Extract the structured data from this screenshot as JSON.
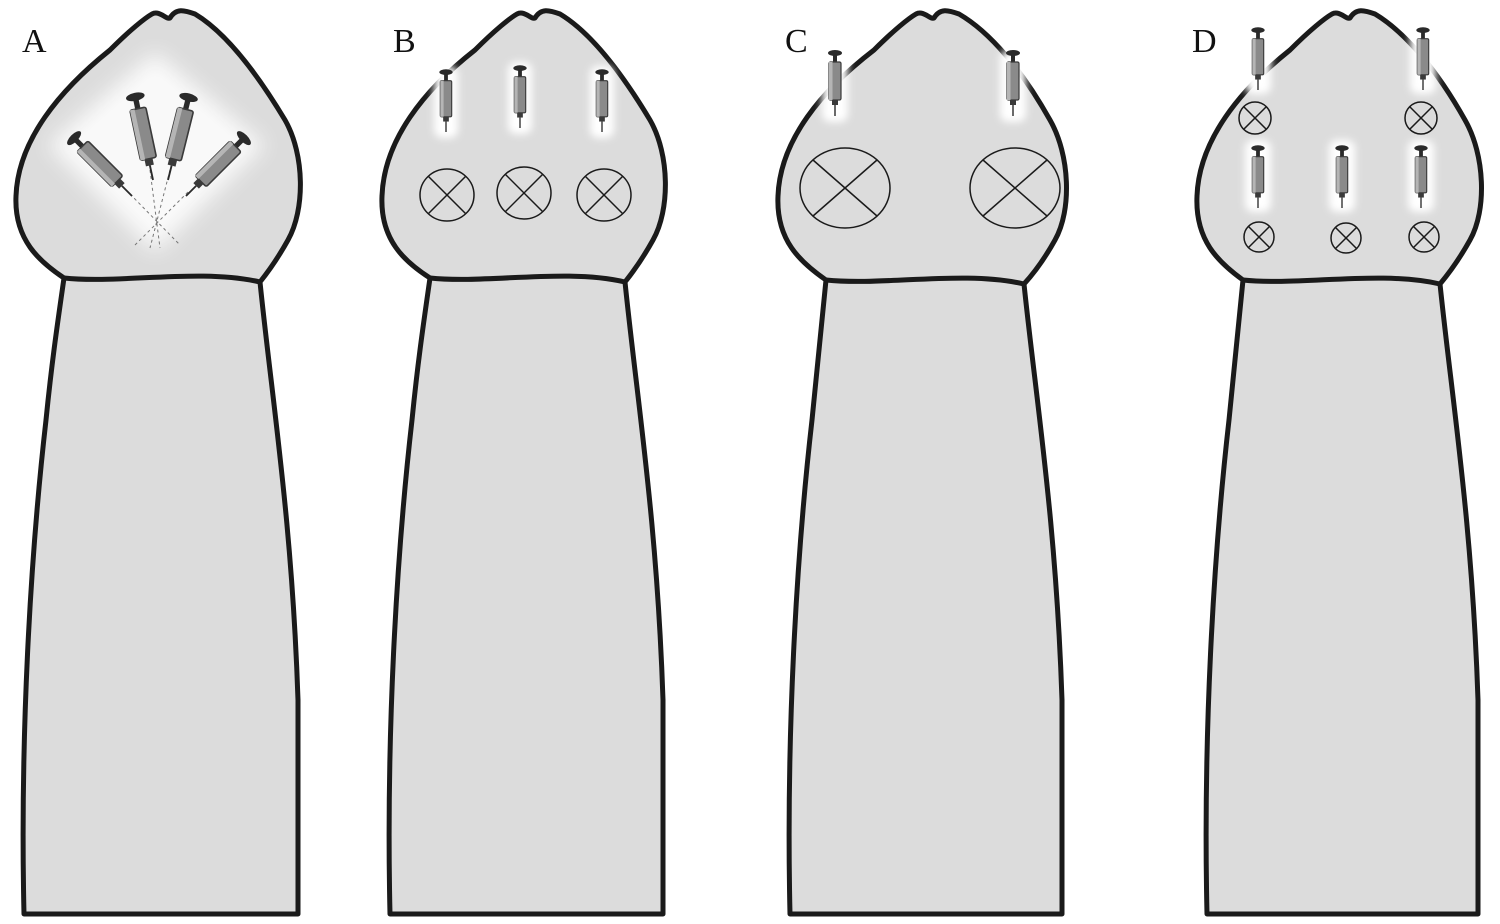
{
  "panels": [
    {
      "label": "A",
      "syringe_count": 4,
      "target_count": 0,
      "arrangement": "fan"
    },
    {
      "label": "B",
      "syringe_count": 3,
      "target_count": 3,
      "arrangement": "row"
    },
    {
      "label": "C",
      "syringe_count": 2,
      "target_count": 2,
      "arrangement": "pair"
    },
    {
      "label": "D",
      "syringe_count": 5,
      "target_count": 5,
      "arrangement": "grid"
    }
  ],
  "colors": {
    "background": "#ffffff",
    "body_fill": "#dcdcdc",
    "outline": "#1a1a1a",
    "syringe_barrel": "#8a8a8a",
    "syringe_dark": "#3a3a3a",
    "glow": "#ffffff"
  },
  "icons": {
    "syringe": "syringe-icon",
    "target": "injection-site-target-icon"
  }
}
